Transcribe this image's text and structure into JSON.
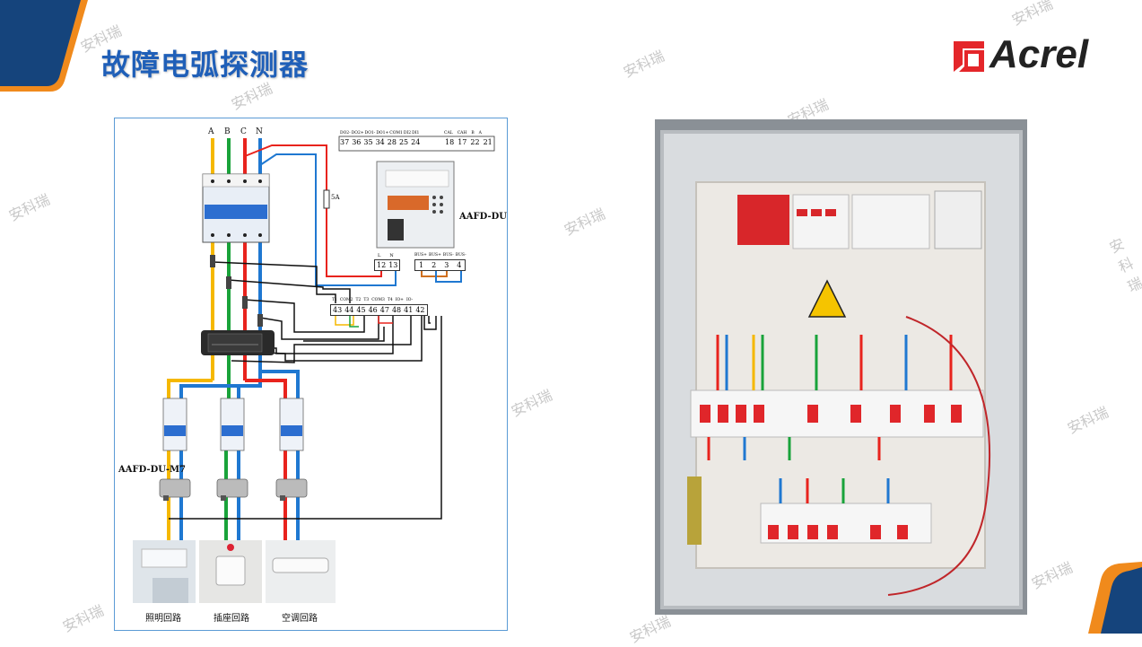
{
  "header": {
    "title": "故障电弧探测器",
    "brand": "Acrel"
  },
  "watermark": "安科瑞",
  "diagram": {
    "phases": [
      "A",
      "B",
      "C",
      "N"
    ],
    "fuse_label": "5A",
    "device_main": "AAFD-DU",
    "device_sensor": "AAFD-DU-M7",
    "top_terminal_labels": [
      "DO2-",
      "DO2+",
      "DO1-",
      "DO1+",
      "COM1",
      "DI2",
      "DI1",
      "CAL",
      "CAH",
      "B",
      "A"
    ],
    "top_terminals_left": [
      "37",
      "36",
      "35",
      "34",
      "28",
      "25",
      "24"
    ],
    "top_terminals_right": [
      "18",
      "17",
      "22",
      "21"
    ],
    "power_labels": [
      "L",
      "N"
    ],
    "power_terminals": [
      "12",
      "13"
    ],
    "bus_labels": [
      "BUS+",
      "BUS+",
      "BUS-",
      "BUS-"
    ],
    "bus_terminals": [
      "1",
      "2",
      "3",
      "4"
    ],
    "ct_labels": [
      "T1",
      "COM2",
      "T2",
      "T3",
      "COM3",
      "T4",
      "IO+",
      "IO-"
    ],
    "ct_terminals": [
      "43",
      "44",
      "45",
      "46",
      "47",
      "48",
      "41",
      "42"
    ],
    "loads": [
      "照明回路",
      "插座回路",
      "空调回路"
    ],
    "colors": {
      "A": "#f5b800",
      "B": "#19a33a",
      "C": "#e8231d",
      "N": "#1f78d1"
    }
  }
}
